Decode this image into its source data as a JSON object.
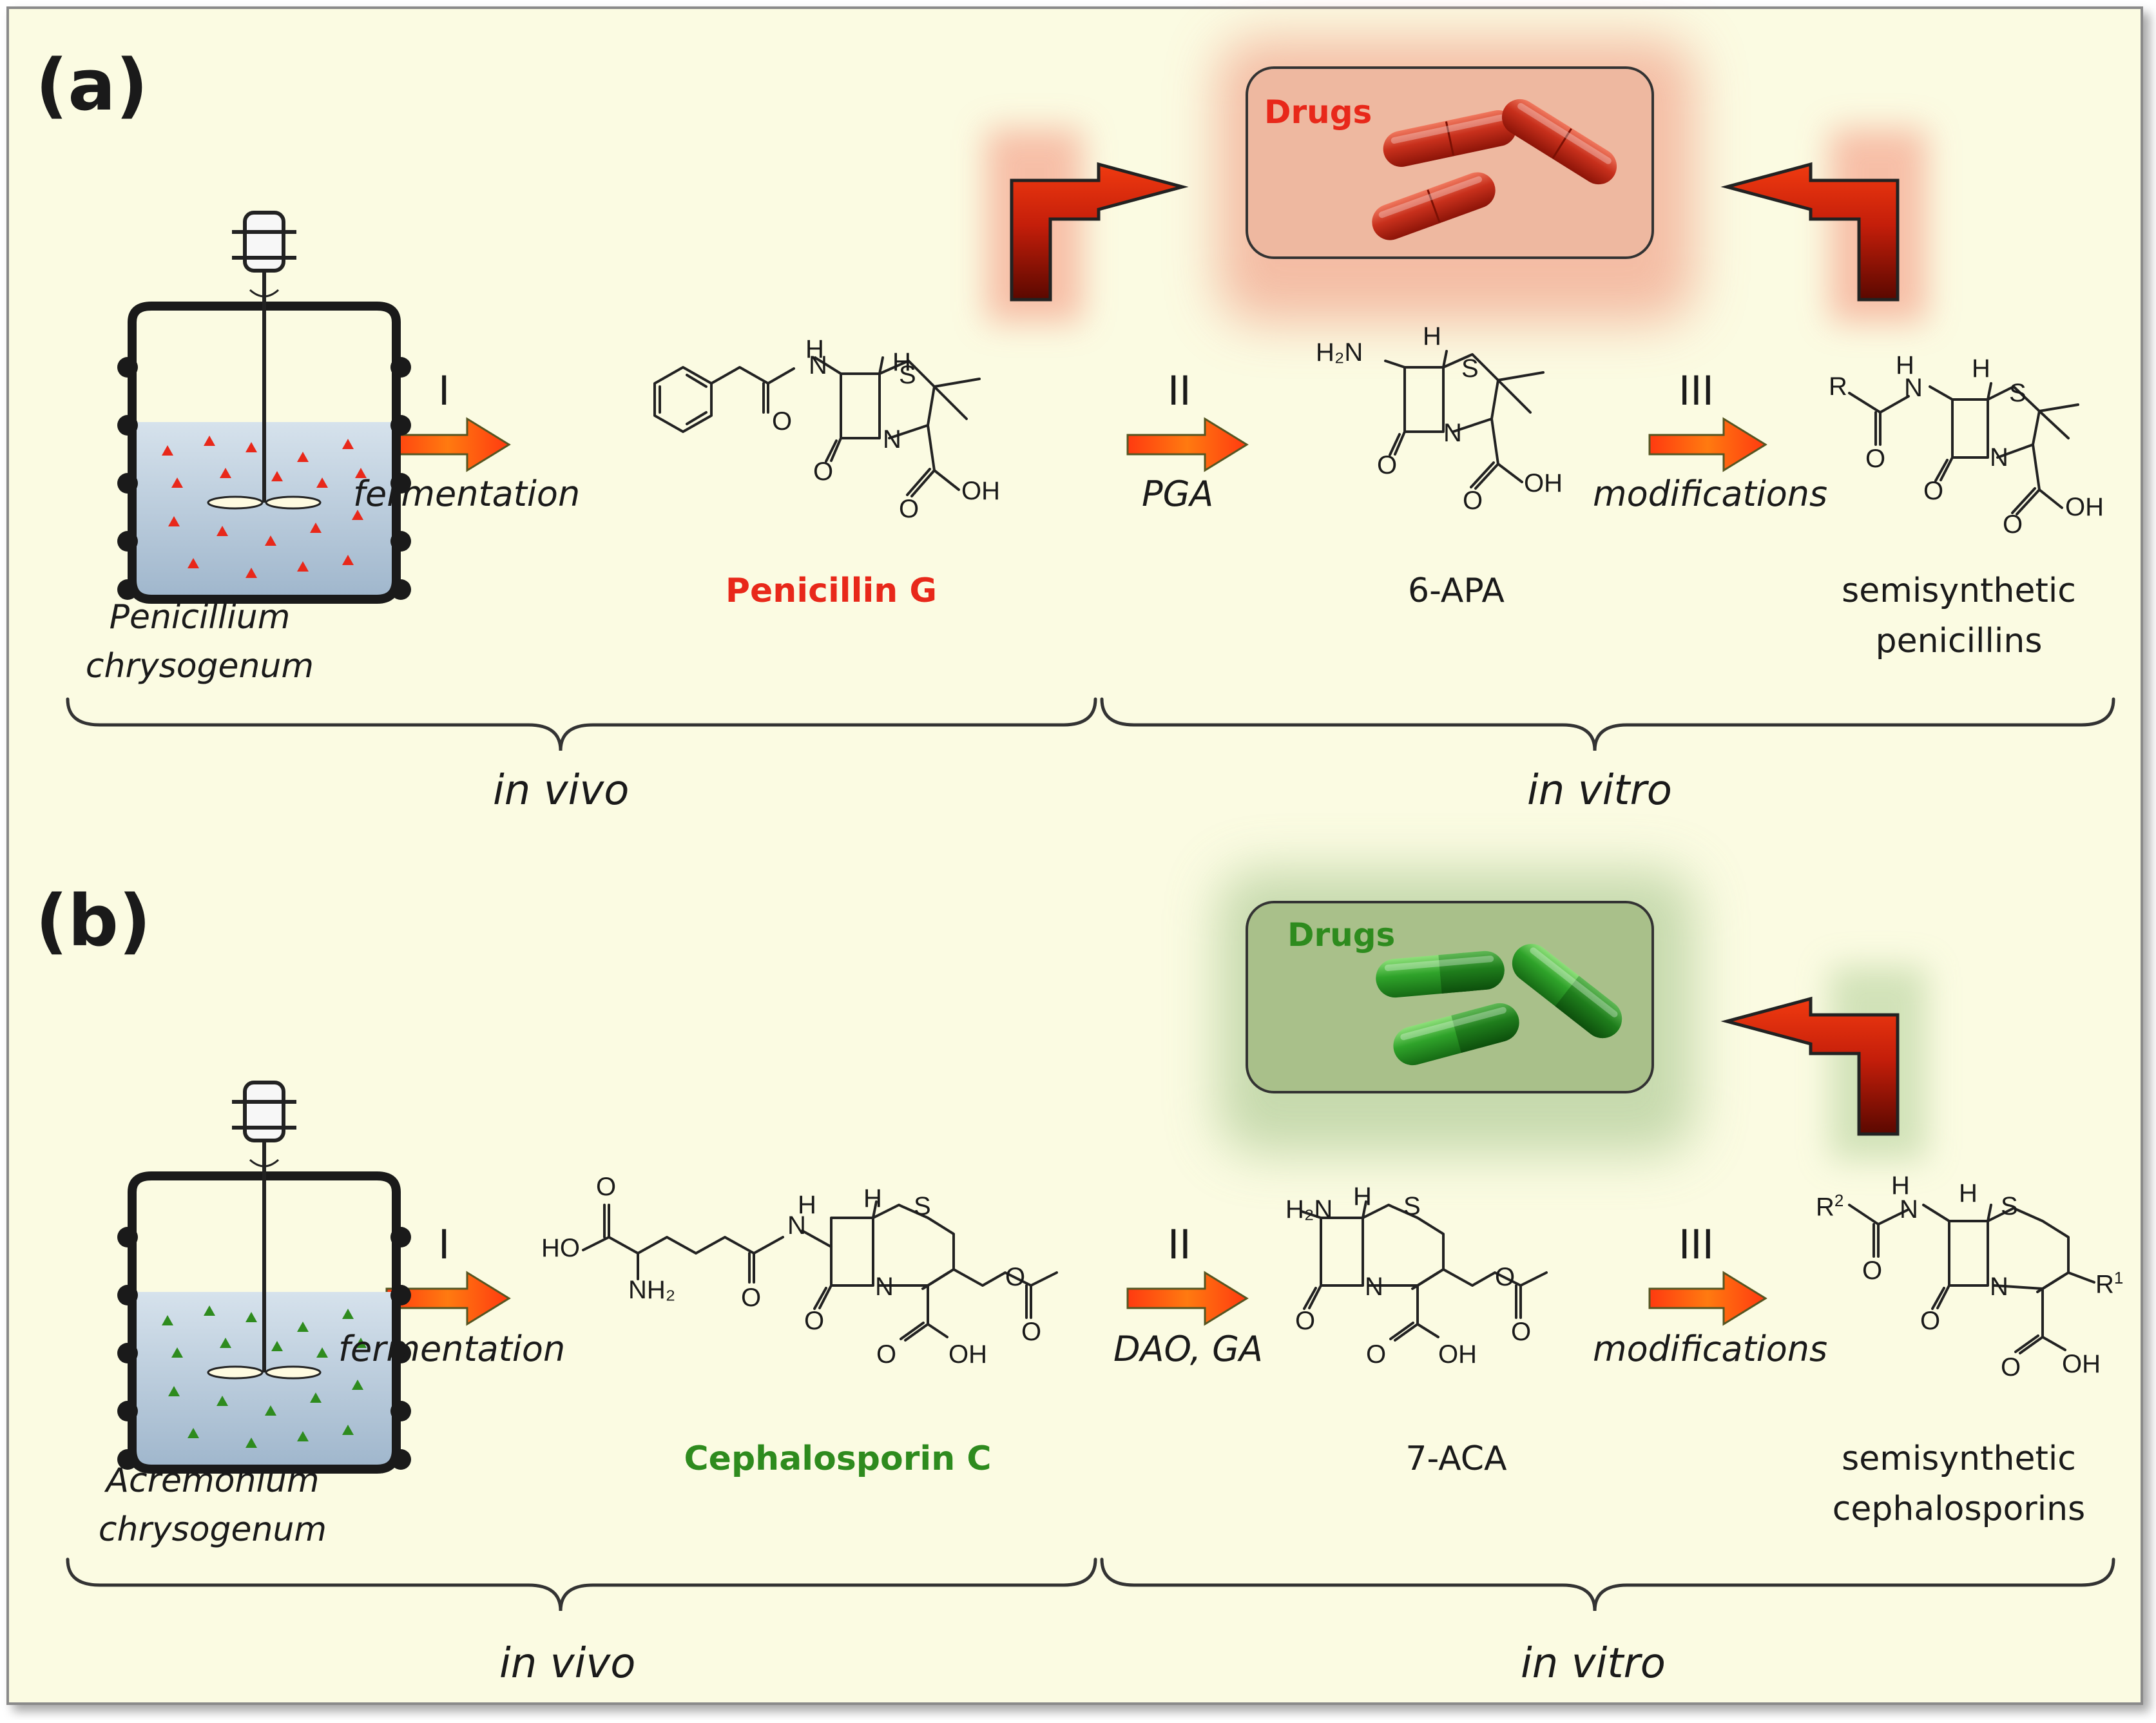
{
  "panels": [
    {
      "label": "(a)",
      "organism": [
        "Penicillium",
        "chrysogenum"
      ],
      "steps": [
        {
          "roman": "I",
          "label": "fermentation"
        },
        {
          "roman": "II",
          "label": "PGA"
        },
        {
          "roman": "III",
          "label": "modifications"
        }
      ],
      "product": "Penicillin G",
      "intermediate": "6-APA",
      "final": [
        "semisynthetic",
        "penicillins"
      ],
      "drugs": "Drugs",
      "regions": [
        "in vivo",
        "in vitro"
      ],
      "colors": {
        "accent": "#e8281a",
        "drug_box": "#eeb8a0",
        "capsule": "#c0281a"
      }
    },
    {
      "label": "(b)",
      "organism": [
        "Acremonium",
        "chrysogenum"
      ],
      "steps": [
        {
          "roman": "I",
          "label": "fermentation"
        },
        {
          "roman": "II",
          "label": "DAO, GA"
        },
        {
          "roman": "III",
          "label": "modifications"
        }
      ],
      "product": "Cephalosporin C",
      "intermediate": "7-ACA",
      "final": [
        "semisynthetic",
        "cephalosporins"
      ],
      "drugs": "Drugs",
      "regions": [
        "in vivo",
        "in vitro"
      ],
      "colors": {
        "accent": "#2e8b1e",
        "drug_box": "#a9c08a",
        "capsule": "#2fa32a"
      }
    }
  ],
  "chem_labels": {
    "H": "H",
    "N": "N",
    "S": "S",
    "O": "O",
    "OH": "OH",
    "HO": "HO",
    "R": "R",
    "R1": "R",
    "R2": "R",
    "one": "1",
    "two": "2",
    "H2N": "H₂N",
    "NH2": "NH₂"
  },
  "colors": {
    "background": "#fbfbe2",
    "frame": "#8a8a8a",
    "arrow_light": "#ffb000",
    "arrow_dark": "#d3200a",
    "bent_dark": "#6a0a00"
  }
}
